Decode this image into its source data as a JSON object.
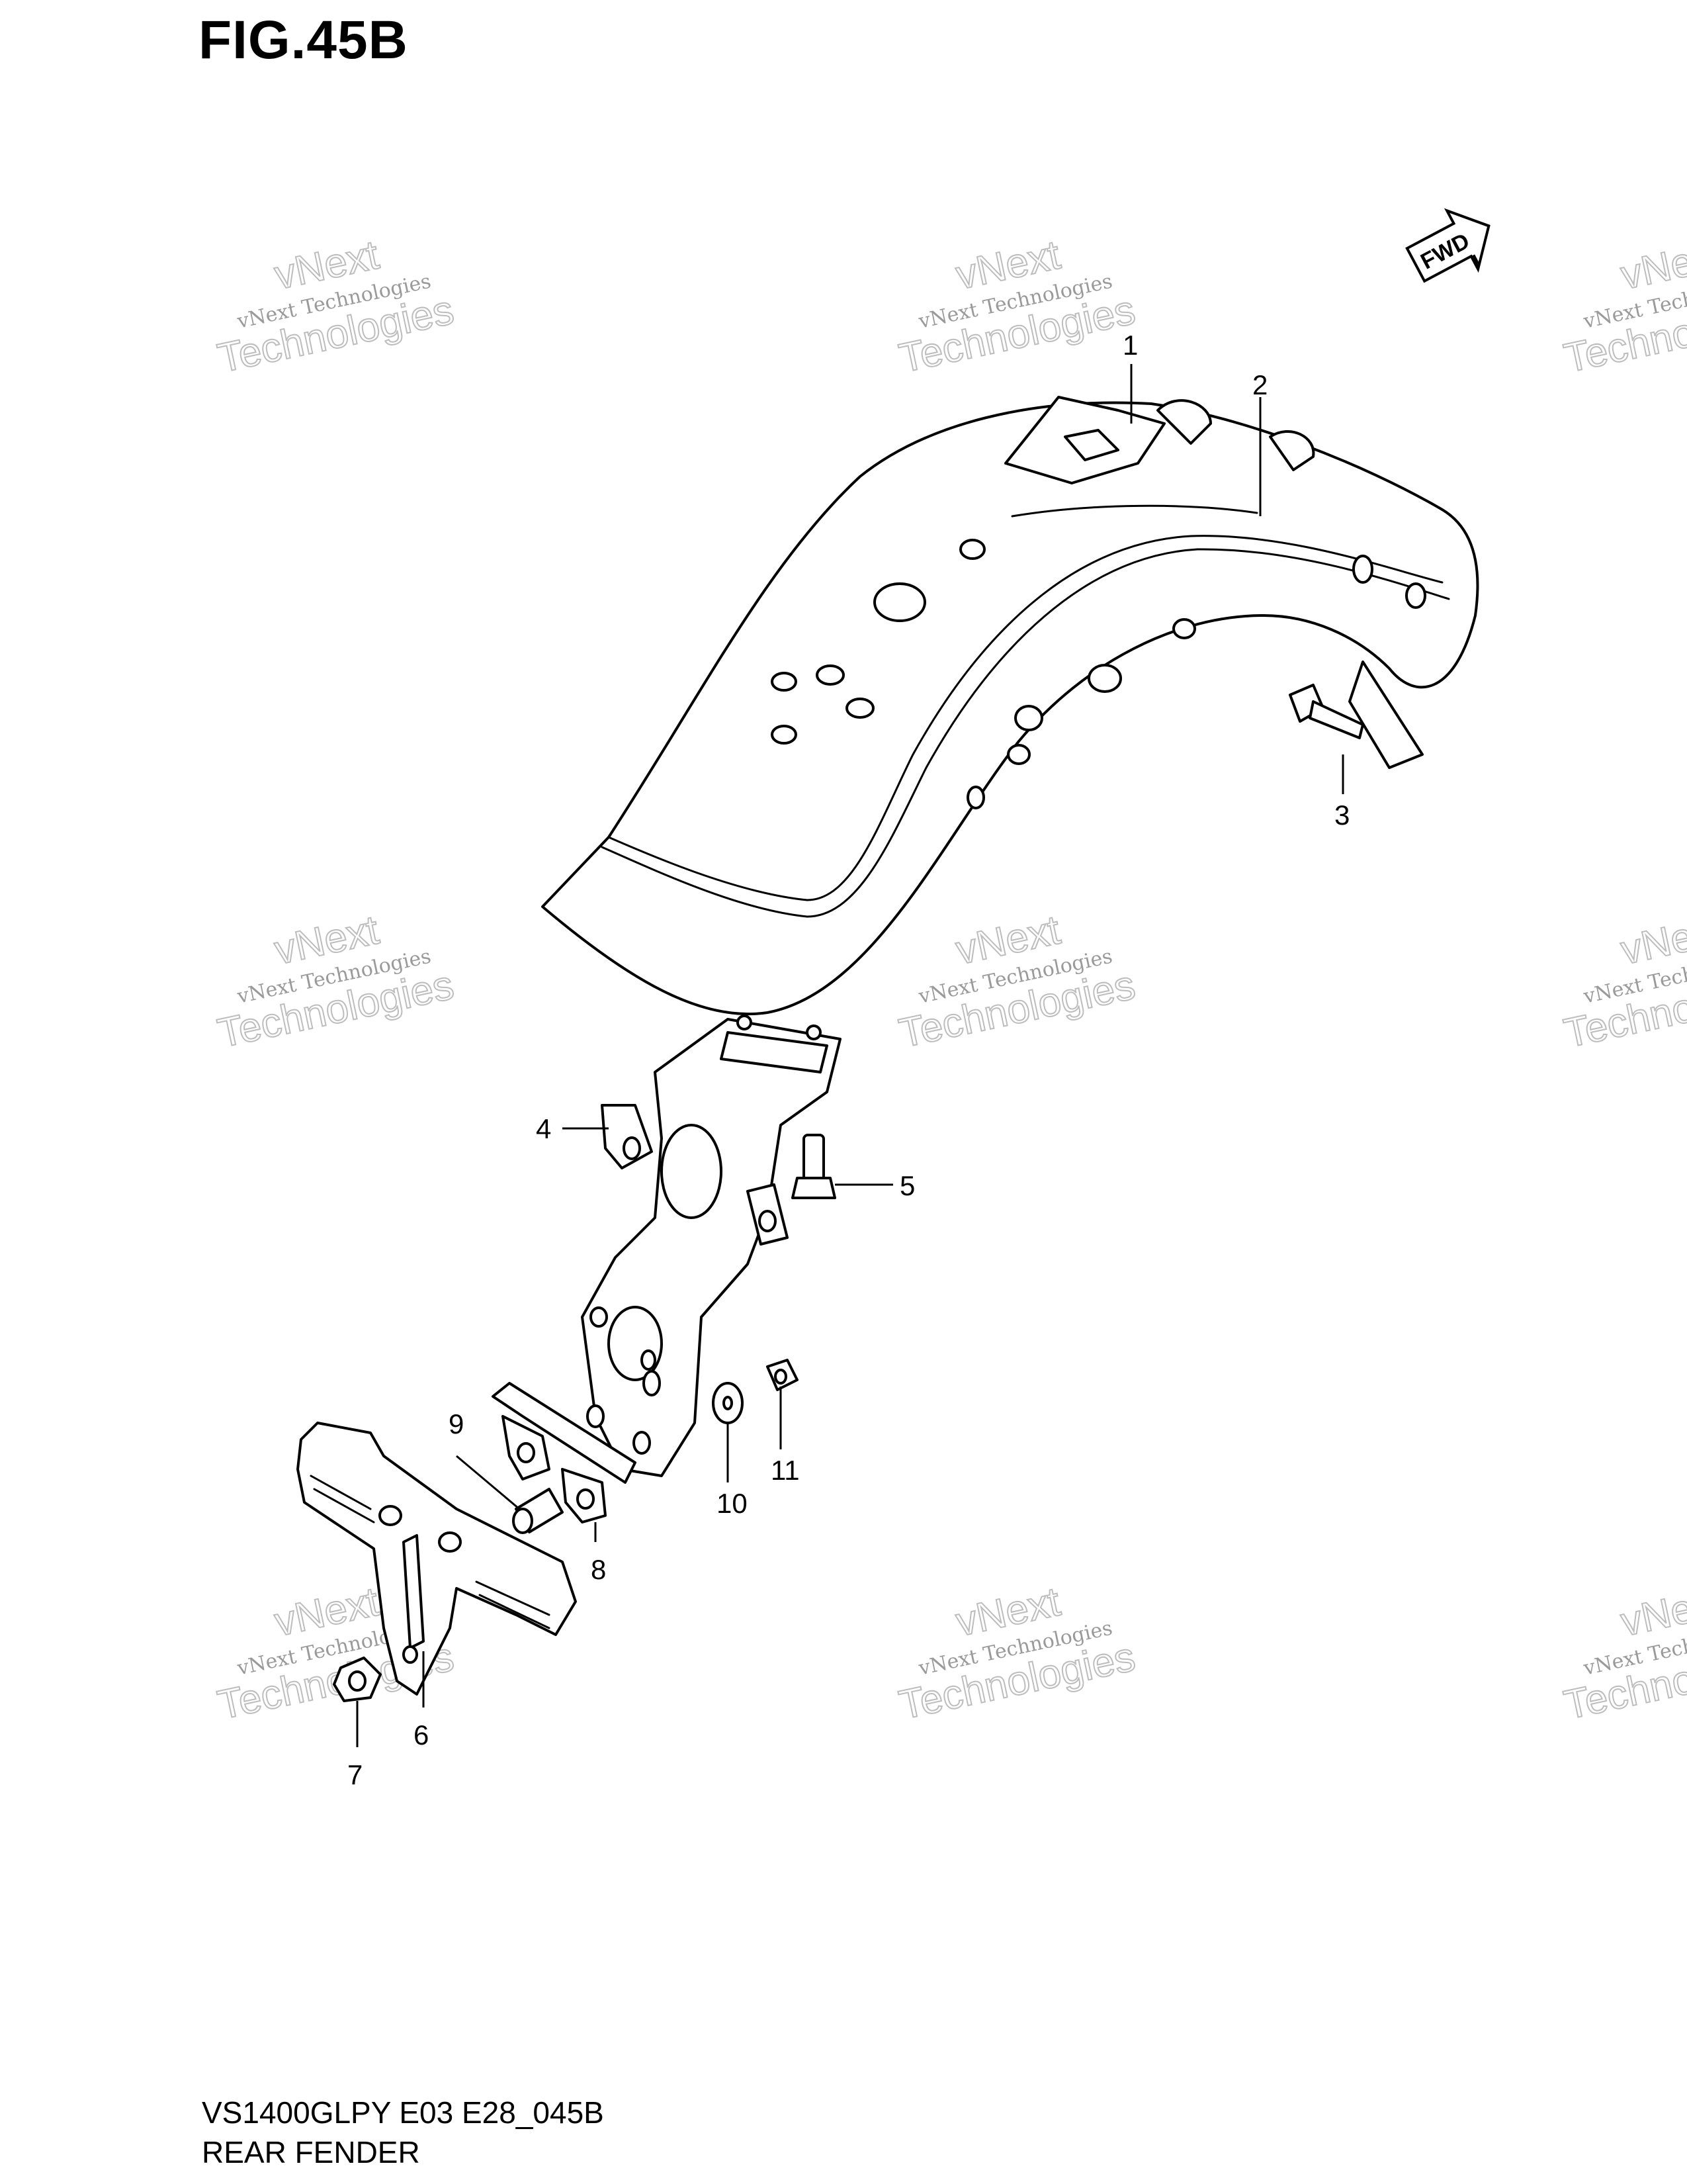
{
  "figure": {
    "title": "FIG.45B",
    "model_code": "VS1400GLPY E03 E28_045B",
    "section_name": "REAR FENDER",
    "fwd_label": "FWD"
  },
  "callouts": [
    "1",
    "2",
    "3",
    "4",
    "5",
    "6",
    "7",
    "8",
    "9",
    "10",
    "11"
  ],
  "watermark": {
    "line_small": "vNext Technologies",
    "line_big_top": "vNext",
    "line_big_bottom": "Technologies"
  },
  "colors": {
    "ink": "#000000",
    "watermark": "#9a9a9a",
    "background": "#ffffff"
  }
}
